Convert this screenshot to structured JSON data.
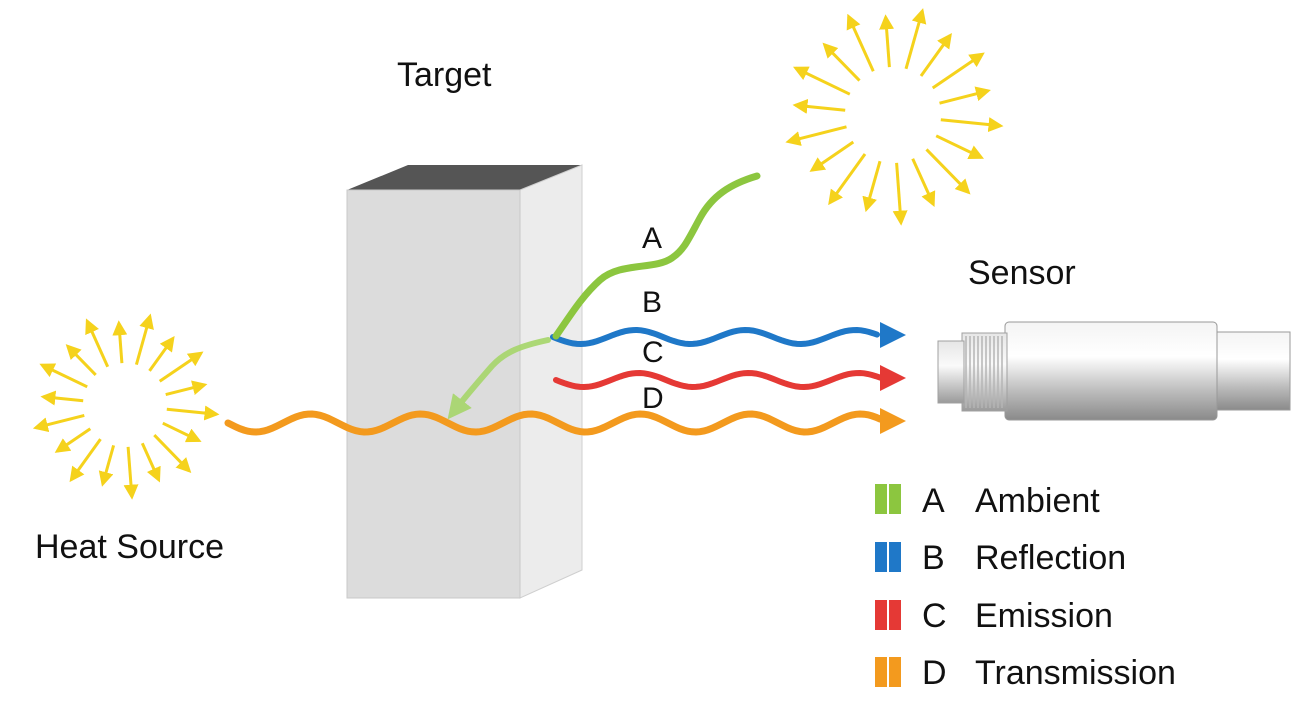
{
  "labels": {
    "target": "Target",
    "sensor": "Sensor",
    "heat_source": "Heat Source",
    "path_a": "A",
    "path_b": "B",
    "path_c": "C",
    "path_d": "D"
  },
  "legend": [
    {
      "letter": "A",
      "name": "Ambient",
      "color": "#8cc63f"
    },
    {
      "letter": "B",
      "name": "Reflection",
      "color": "#1f78c8"
    },
    {
      "letter": "C",
      "name": "Emission",
      "color": "#e53935"
    },
    {
      "letter": "D",
      "name": "Transmission",
      "color": "#f39a1e"
    }
  ],
  "colors": {
    "ray": "#f5d21c",
    "ambient": "#8cc63f",
    "reflection": "#1f78c8",
    "emission": "#e53935",
    "transmission": "#f39a1e",
    "block_front": "#dcdcdc",
    "block_side": "#ececec",
    "block_top": "#555555"
  },
  "icons": [
    "sun-burst-icon",
    "heat-burst-icon",
    "sensor-icon"
  ]
}
